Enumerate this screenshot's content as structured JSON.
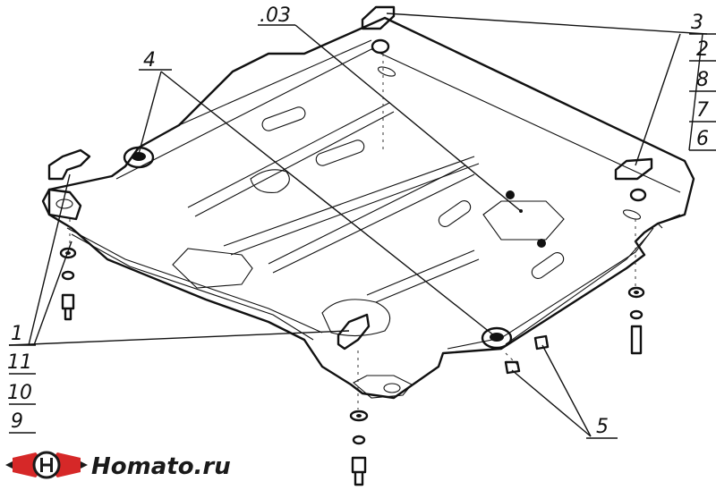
{
  "callouts": {
    "c03": ".03",
    "c4": "4",
    "c3": "3",
    "c2": "2",
    "c8": "8",
    "c7": "7",
    "c6": "6",
    "c1": "1",
    "c11": "11",
    "c10": "10",
    "c9": "9",
    "c5": "5"
  },
  "logo": {
    "text": "Homato.ru"
  },
  "colors": {
    "line": "#111111",
    "logo_red": "#d62828",
    "logo_dark": "#1a1a1a"
  }
}
